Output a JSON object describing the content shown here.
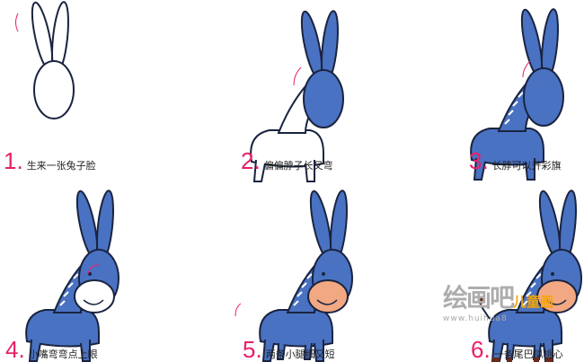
{
  "steps": [
    {
      "number": "1.",
      "text": "生来一张兔子脸"
    },
    {
      "number": "2.",
      "text": "偏偏脖子长又弯"
    },
    {
      "number": "3.",
      "text": "长脖可以升彩旗"
    },
    {
      "number": "4.",
      "text": "小嘴弯弯点上眼"
    },
    {
      "number": "5.",
      "text": "两条小腿细又短"
    },
    {
      "number": "6.",
      "text": "一条尾巴似桃心"
    }
  ],
  "watermark": {
    "logo": "绘画吧",
    "sub": "儿童画",
    "url": "www.huihua8"
  },
  "colors": {
    "accent": "#e8206a",
    "donkey": "#4a72c2",
    "muzzle": "#f2a882",
    "outline": "#1a2440",
    "hoof": "#6b2a1a"
  }
}
